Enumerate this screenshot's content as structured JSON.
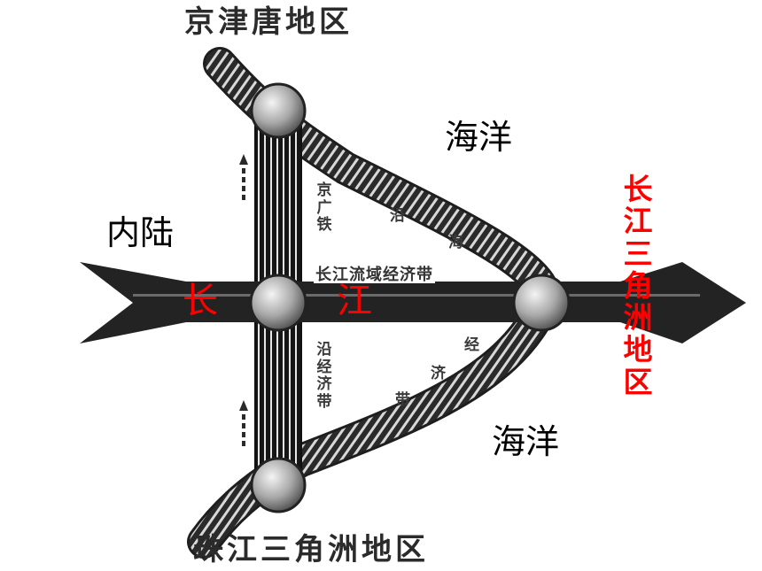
{
  "labels": {
    "north_region": "京津唐地区",
    "south_region": "珠江三角洲地区",
    "east_region": "长江三角洲地区",
    "sea_upper": "海洋",
    "sea_lower": "海洋",
    "inland": "内陆",
    "river_char_1": "长",
    "river_char_2": "江",
    "yangtze_belt": "长江流域经济带",
    "jingguang_rail": "京广铁",
    "jingguang_belt": "沿经济带",
    "coastal_char_1": "沿",
    "coastal_char_2": "海",
    "coastal_char_3": "经",
    "coastal_char_4": "济",
    "coastal_char_5": "带"
  },
  "colors": {
    "accent_red": "#ff0000",
    "line_dark": "#1a1a1a"
  }
}
